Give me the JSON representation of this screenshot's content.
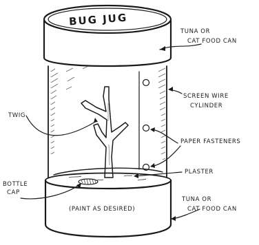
{
  "title": "BUG JUG",
  "labels": {
    "top_can_1": "TUNA OR",
    "top_can_2": "CAT FOOD CAN",
    "screen_1": "SCREEN WIRE",
    "screen_2": "CYLINDER",
    "twig": "TWIG",
    "fasteners": "PAPER FASTENERS",
    "plaster": "PLASTER",
    "bottle_1": "BOTTLE",
    "bottle_2": "CAP",
    "bottom_can_1": "TUNA OR",
    "bottom_can_2": "CAT FOOD CAN",
    "paint": "(PAINT AS DESIRED)"
  }
}
